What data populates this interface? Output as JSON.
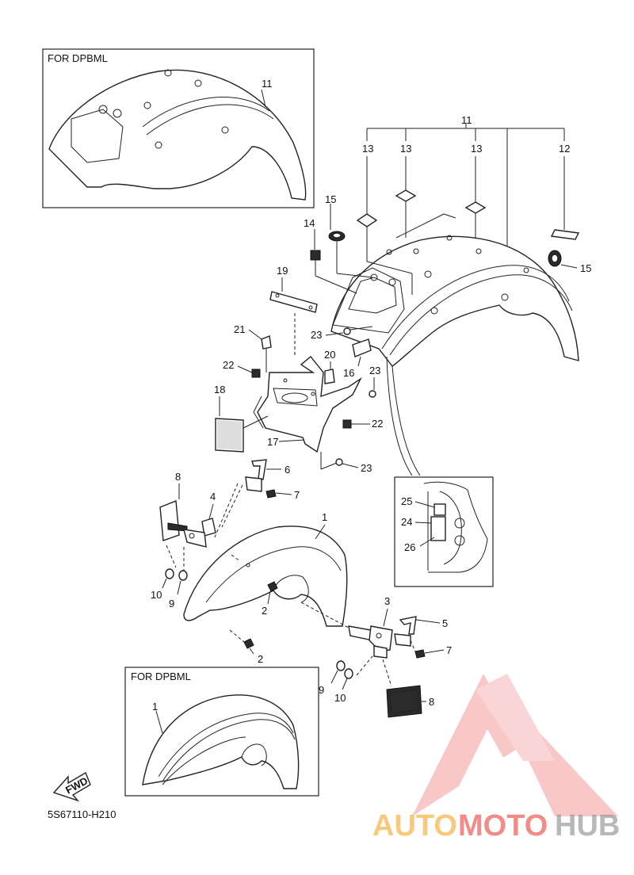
{
  "inset_boxes": {
    "top_left": {
      "title": "FOR DPBML"
    },
    "bottom_left": {
      "title": "FOR DPBML"
    },
    "detail": {}
  },
  "callouts": {
    "c11_inset": "11",
    "c11_top": "11",
    "c13a": "13",
    "c13b": "13",
    "c13c": "13",
    "c12": "12",
    "c15a": "15",
    "c15b": "15",
    "c14": "14",
    "c19": "19",
    "c21": "21",
    "c23a": "23",
    "c23b": "23",
    "c23c": "23",
    "c20": "20",
    "c16": "16",
    "c22a": "22",
    "c22b": "22",
    "c18": "18",
    "c17": "17",
    "c6": "6",
    "c7a": "7",
    "c7b": "7",
    "c8a": "8",
    "c8b": "8",
    "c4": "4",
    "c1": "1",
    "c1_inset": "1",
    "c10a": "10",
    "c10b": "10",
    "c9a": "9",
    "c9b": "9",
    "c2a": "2",
    "c2b": "2",
    "c3": "3",
    "c5": "5",
    "c25": "25",
    "c24": "24",
    "c26": "26"
  },
  "fwd_label": "FWD",
  "diagram_code": "5S67110-H210",
  "watermark": {
    "part1": "AUTO",
    "part2": "MOTO",
    "part3": "HUB",
    "color_orange": "#f5a623",
    "color_red": "#e8413c",
    "color_gray": "#8a8a8a"
  }
}
